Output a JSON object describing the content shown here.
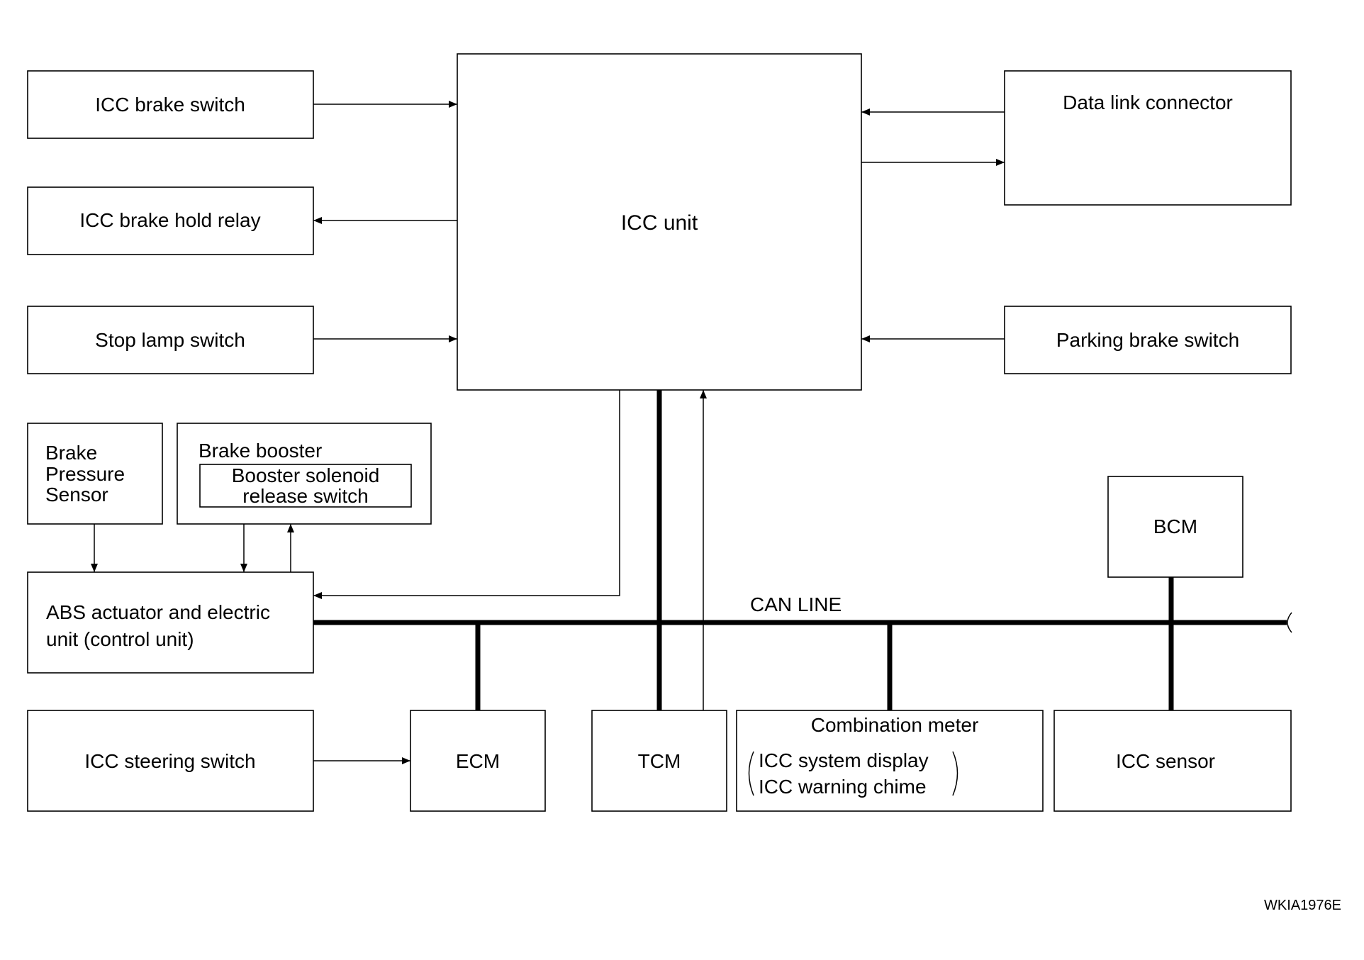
{
  "blocks": {
    "icc_brake_switch": "ICC brake switch",
    "icc_brake_hold_relay": "ICC brake hold relay",
    "stop_lamp_switch": "Stop lamp switch",
    "icc_unit": "ICC unit",
    "data_link_connector": "Data link connector",
    "parking_brake_switch": "Parking brake switch",
    "brake_pressure_sensor": [
      "Brake",
      "Pressure",
      "Sensor"
    ],
    "brake_booster": "Brake booster",
    "booster_solenoid": [
      "Booster solenoid",
      "release switch"
    ],
    "bcm": "BCM",
    "abs_actuator": [
      "ABS actuator and electric",
      "unit (control unit)"
    ],
    "icc_steering_switch": "ICC steering switch",
    "ecm": "ECM",
    "tcm": "TCM",
    "combination_meter": {
      "title": "Combination meter",
      "lines": [
        "ICC system display",
        "ICC warning chime"
      ]
    },
    "icc_sensor": "ICC sensor"
  },
  "bus_label": "CAN LINE",
  "figure_code": "WKIA1976E"
}
